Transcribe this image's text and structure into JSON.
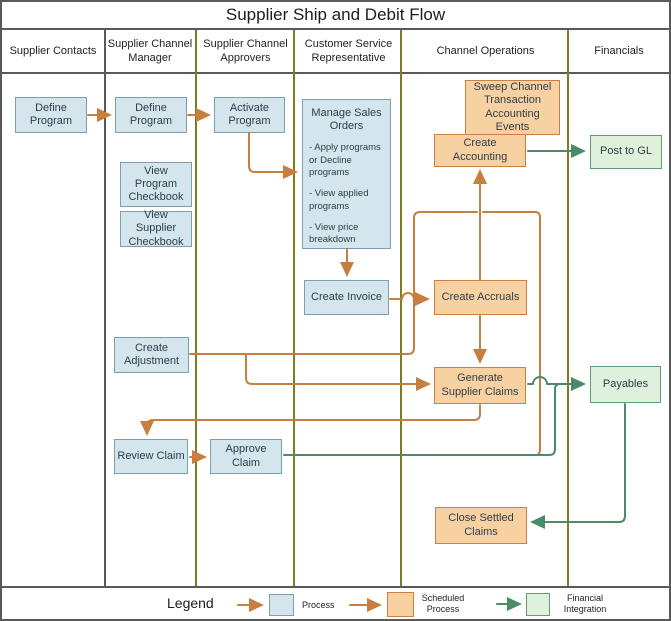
{
  "title": "Supplier Ship and Debit Flow",
  "lanes": [
    {
      "label": "Supplier Contacts"
    },
    {
      "label": "Supplier Channel Manager"
    },
    {
      "label": "Supplier Channel Approvers"
    },
    {
      "label": "Customer Service Representative"
    },
    {
      "label": "Channel Operations"
    },
    {
      "label": "Financials"
    }
  ],
  "nodes": {
    "define_program_sc": {
      "label": "Define Program",
      "type": "process"
    },
    "define_program_scm": {
      "label": "Define Program",
      "type": "process"
    },
    "activate_program": {
      "label": "Activate Program",
      "type": "process"
    },
    "view_program_checkbook": {
      "label": "View Program Checkbook",
      "type": "process"
    },
    "view_supplier_checkbook": {
      "label": "View Supplier Checkbook",
      "type": "process"
    },
    "manage_sales_orders": {
      "title": "Manage Sales Orders",
      "bullets": [
        "- Apply programs or Decline programs",
        "- View applied programs",
        "- View price breakdown"
      ],
      "type": "process"
    },
    "sweep_channel_events": {
      "label": "Sweep Channel Transaction Accounting Events",
      "type": "scheduled"
    },
    "create_accounting": {
      "label": "Create Accounting",
      "type": "scheduled"
    },
    "post_to_gl": {
      "label": "Post to GL",
      "type": "financial"
    },
    "create_invoice": {
      "label": "Create Invoice",
      "type": "process"
    },
    "create_accruals": {
      "label": "Create Accruals",
      "type": "scheduled"
    },
    "create_adjustment": {
      "label": "Create Adjustment",
      "type": "process"
    },
    "generate_supplier_claims": {
      "label": "Generate Supplier Claims",
      "type": "scheduled"
    },
    "payables": {
      "label": "Payables",
      "type": "financial"
    },
    "review_claim": {
      "label": "Review Claim",
      "type": "process"
    },
    "approve_claim": {
      "label": "Approve Claim",
      "type": "process"
    },
    "close_settled_claims": {
      "label": "Close Settled Claims",
      "type": "scheduled"
    }
  },
  "legend": {
    "title": "Legend",
    "items": [
      {
        "label": "Process",
        "type": "process"
      },
      {
        "label": "Scheduled Process",
        "type": "scheduled"
      },
      {
        "label": "Financial Integration",
        "type": "financial"
      }
    ]
  },
  "colors": {
    "process_fill": "#d4e5ed",
    "process_border": "#7aa0af",
    "scheduled_fill": "#f8d1a3",
    "scheduled_border": "#cd7f40",
    "financial_fill": "#dff0dd",
    "financial_border": "#5f9d74",
    "arrow_orange": "#c87e3e",
    "arrow_green": "#4b8b67",
    "lane_divider_olive": "#7d7d20",
    "frame_gray": "#595959"
  }
}
